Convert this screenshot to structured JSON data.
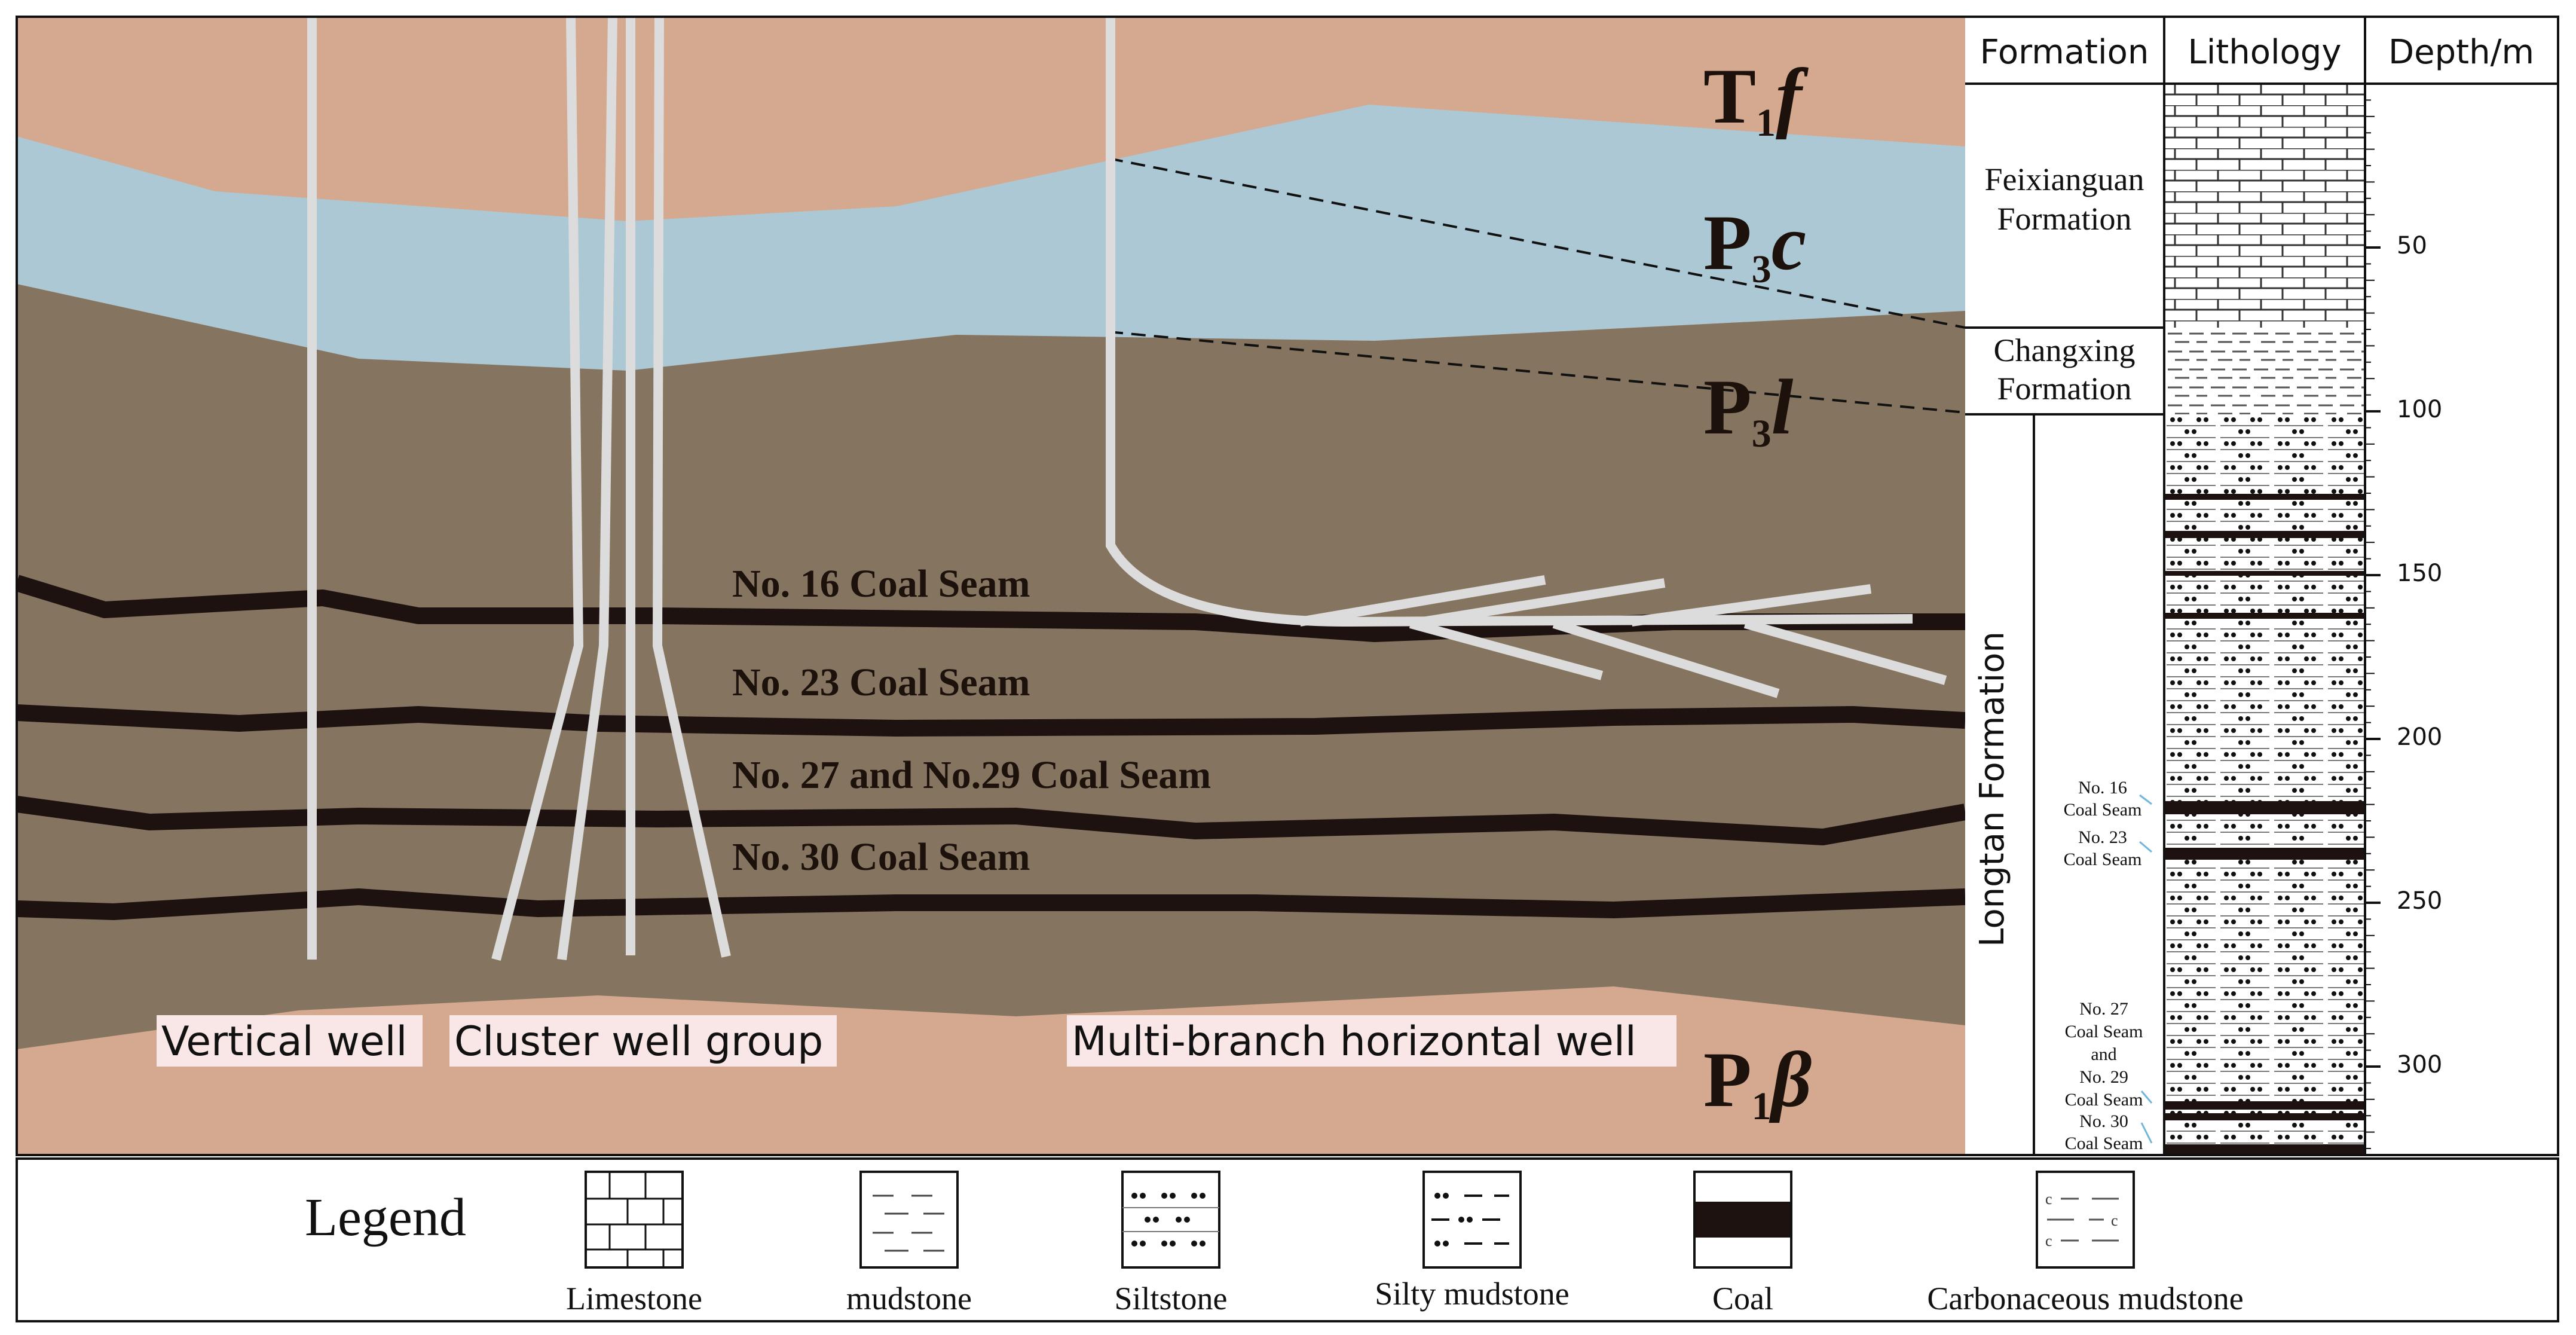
{
  "diagram": {
    "formation_labels": {
      "t1f": {
        "main": "T",
        "sub": "1",
        "tail": "f"
      },
      "p3c": {
        "main": "P",
        "sub": "3",
        "tail": "c"
      },
      "p3l": {
        "main": "P",
        "sub": "3",
        "tail": "l"
      },
      "p1b": {
        "main": "P",
        "sub": "1",
        "tail": "β"
      }
    },
    "coal_seam_labels": {
      "seam16": "No. 16 Coal Seam",
      "seam23": "No. 23 Coal Seam",
      "seam27": "No. 27 and No.29 Coal Seam",
      "seam30": "No. 30 Coal Seam"
    },
    "well_labels": {
      "vertical": "Vertical well",
      "cluster": "Cluster well group",
      "horizontal": "Multi-branch horizontal well"
    }
  },
  "column": {
    "headers": {
      "formation": "Formation",
      "lithology": "Lithology",
      "depth": "Depth/m"
    },
    "formations": {
      "feixianguan_1": "Feixianguan",
      "feixianguan_2": "Formation",
      "changxing_1": "Changxing",
      "changxing_2": "Formation",
      "longtan": "Longtan Formation"
    },
    "depth_ticks": [
      "50",
      "100",
      "150",
      "200",
      "250",
      "300"
    ],
    "seam_notes": {
      "n16_1": "No. 16",
      "n16_2": "Coal Seam",
      "n23_1": "No. 23",
      "n23_2": "Coal Seam",
      "n27_1": "No. 27",
      "n27_2": "Coal Seam",
      "n27_3": "and",
      "n29_1": "No. 29",
      "n29_2": "Coal Seam",
      "n30_1": "No. 30",
      "n30_2": "Coal Seam"
    }
  },
  "legend": {
    "title": "Legend",
    "items": {
      "limestone": "Limestone",
      "mudstone": "mudstone",
      "siltstone": "Siltstone",
      "silty_mudstone": "Silty mudstone",
      "coal": "Coal",
      "carbonaceous": "Carbonaceous mudstone"
    }
  },
  "colors": {
    "topsoil": "#d4a990",
    "limestone_layer": "#acc8d5",
    "coal_measure": "#857560",
    "coal": "#1d1210",
    "well": "#dcdcdc",
    "label_bg": "#f9e6e6"
  }
}
